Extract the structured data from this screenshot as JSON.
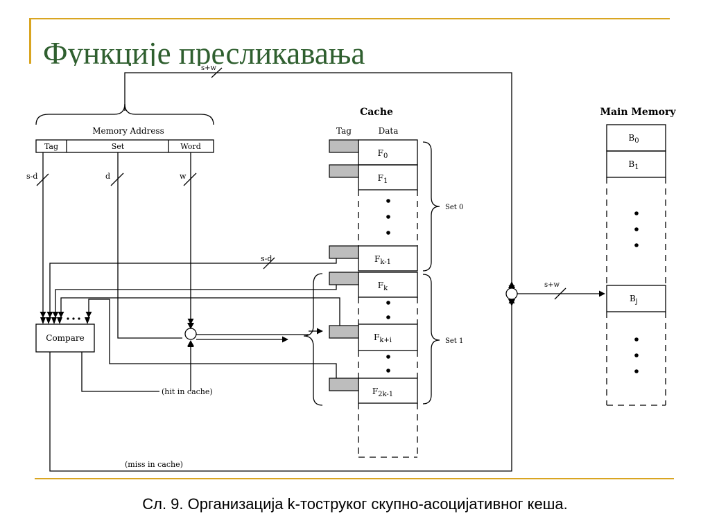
{
  "slide": {
    "title": "Функције пресликавања",
    "caption": "Сл. 9. Организација k-тоструког скупно-асоцијативног кеша."
  },
  "diagram": {
    "memory_address": {
      "label": "Memory Address",
      "fields": [
        "Tag",
        "Set",
        "Word"
      ],
      "top_bus": "s+w"
    },
    "bus_widths": {
      "tag": "s-d",
      "set": "d",
      "word": "w",
      "tag_compare": "s-d",
      "to_memory": "s+w"
    },
    "cache": {
      "title": "Cache",
      "column_tag": "Tag",
      "column_data": "Data",
      "lines": [
        {
          "base": "F",
          "sub": "0"
        },
        {
          "base": "F",
          "sub": "1"
        },
        {
          "base": "F",
          "sub": "k-1"
        },
        {
          "base": "F",
          "sub": "k"
        },
        {
          "base": "F",
          "sub": "k+i"
        },
        {
          "base": "F",
          "sub": "2k-1"
        }
      ],
      "sets": [
        "Set 0",
        "Set 1"
      ]
    },
    "compare": {
      "label": "Compare",
      "hit": "(hit in cache)",
      "miss": "(miss in cache)"
    },
    "main_memory": {
      "title": "Main Memory",
      "blocks": [
        {
          "base": "B",
          "sub": "0"
        },
        {
          "base": "B",
          "sub": "1"
        },
        {
          "base": "B",
          "sub": "j"
        }
      ]
    }
  }
}
